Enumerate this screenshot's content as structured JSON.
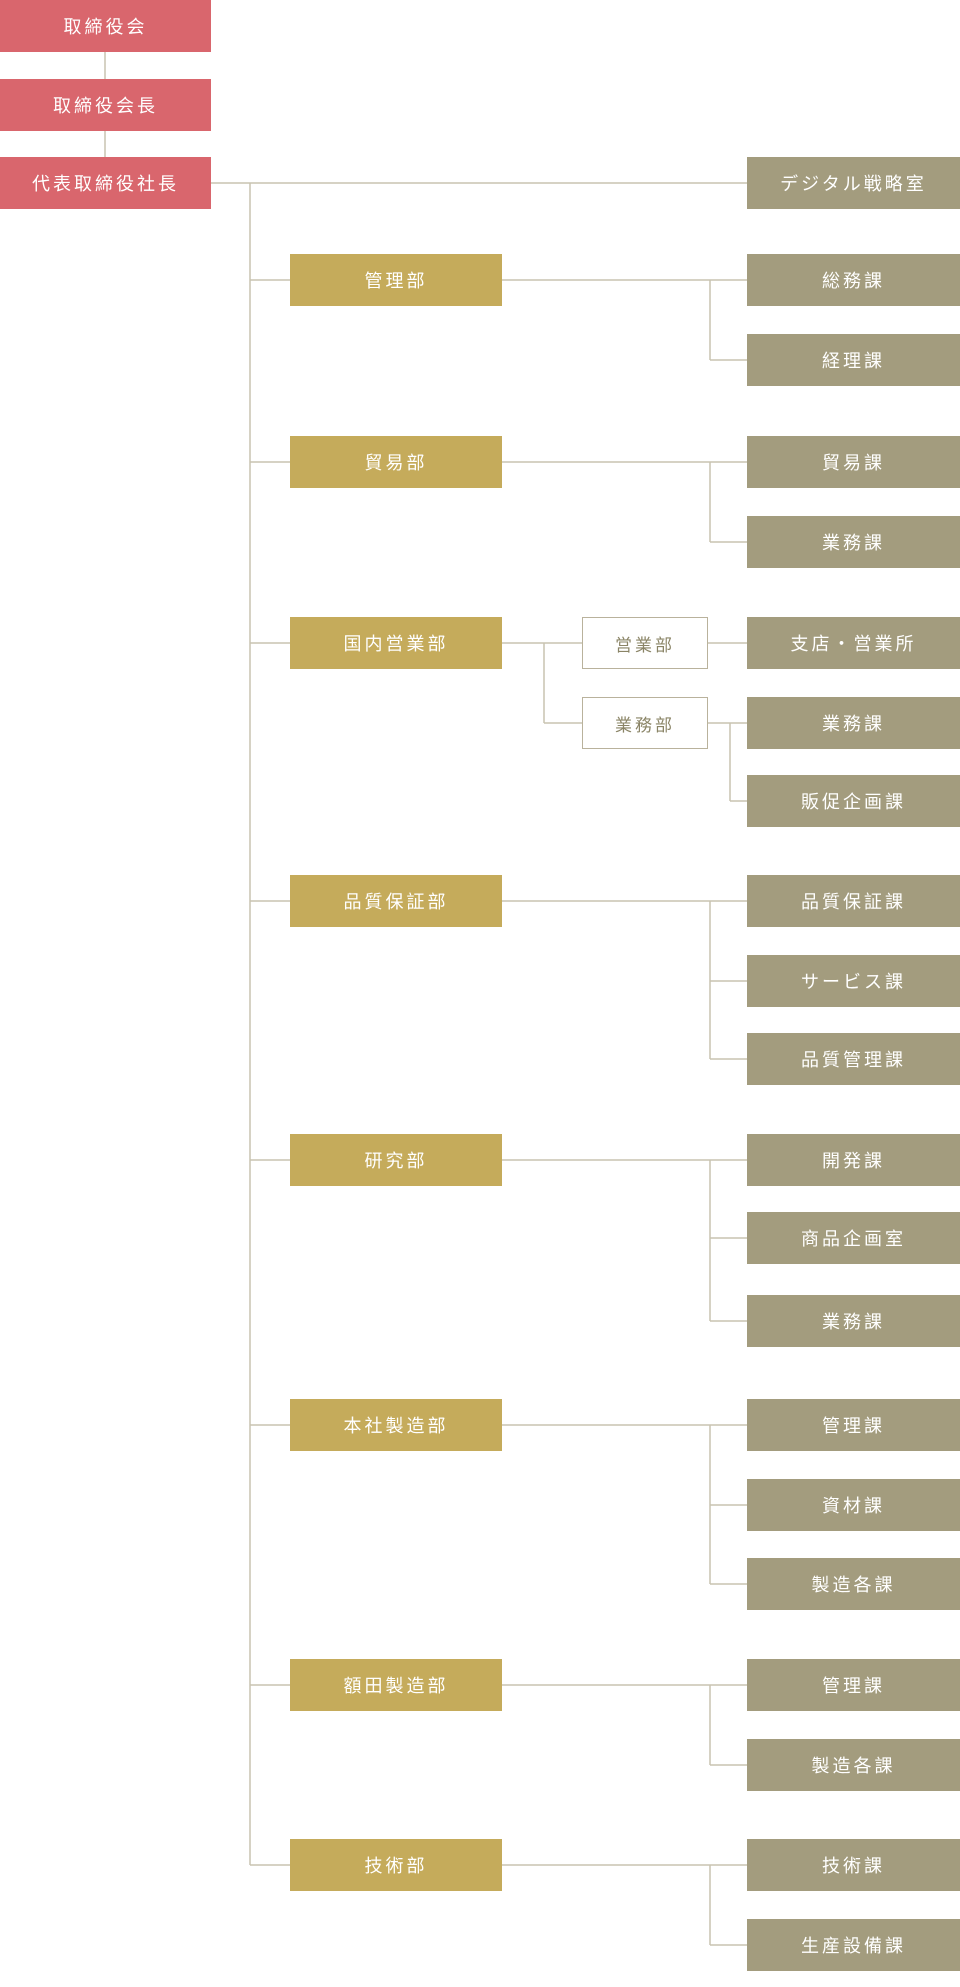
{
  "executives": [
    {
      "id": "board",
      "label": "取締役会"
    },
    {
      "id": "chairman",
      "label": "取締役会長"
    },
    {
      "id": "president",
      "label": "代表取締役社長"
    }
  ],
  "digital_office": {
    "label": "デジタル戦略室"
  },
  "departments": [
    {
      "id": "admin",
      "label": "管理部",
      "sections": [
        "総務課",
        "経理課"
      ]
    },
    {
      "id": "trade",
      "label": "貿易部",
      "sections": [
        "貿易課",
        "業務課"
      ]
    },
    {
      "id": "domestic-sales",
      "label": "国内営業部",
      "subdepartments": [
        {
          "id": "sales",
          "label": "営業部",
          "sections": [
            "支店・営業所"
          ]
        },
        {
          "id": "operations",
          "label": "業務部",
          "sections": [
            "業務課",
            "販促企画課"
          ]
        }
      ]
    },
    {
      "id": "quality",
      "label": "品質保証部",
      "sections": [
        "品質保証課",
        "サービス課",
        "品質管理課"
      ]
    },
    {
      "id": "research",
      "label": "研究部",
      "sections": [
        "開発課",
        "商品企画室",
        "業務課"
      ]
    },
    {
      "id": "hq-manufacturing",
      "label": "本社製造部",
      "sections": [
        "管理課",
        "資材課",
        "製造各課"
      ]
    },
    {
      "id": "nukata-manufacturing",
      "label": "額田製造部",
      "sections": [
        "管理課",
        "製造各課"
      ]
    },
    {
      "id": "engineering",
      "label": "技術部",
      "sections": [
        "技術課",
        "生産設備課"
      ]
    }
  ],
  "colors": {
    "executive": "#d9666d",
    "department": "#c5ab5b",
    "section": "#a39c7e",
    "line": "#c9c3b0"
  }
}
